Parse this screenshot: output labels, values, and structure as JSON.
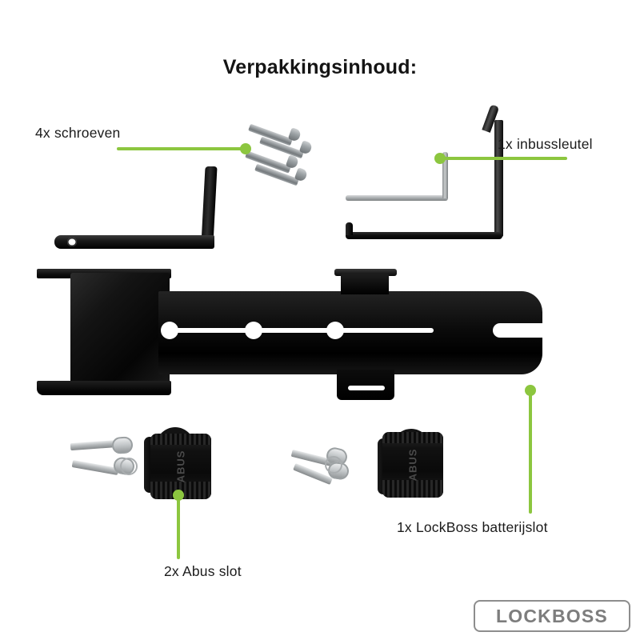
{
  "page": {
    "title": "Verpakkingsinhoud:",
    "background_color": "#ffffff",
    "accent_color": "#8cc63f",
    "text_color": "#1b1b1b"
  },
  "callouts": [
    {
      "id": "screws",
      "label": "4x schroeven",
      "leader": "horizontal-right",
      "dot_color": "#8cc63f"
    },
    {
      "id": "allen-key",
      "label": "1x inbussleutel",
      "leader": "horizontal-right",
      "dot_color": "#8cc63f"
    },
    {
      "id": "abus-lock",
      "label": "2x Abus slot",
      "leader": "vertical-down",
      "dot_color": "#8cc63f"
    },
    {
      "id": "lockboss-battery-lock",
      "label": "1x LockBoss batterijslot",
      "leader": "vertical-down",
      "dot_color": "#8cc63f"
    }
  ],
  "parts": {
    "screws": {
      "count": 4,
      "name": "screws",
      "color": "#9ba0a3"
    },
    "allen_key_small": {
      "count": 1,
      "name": "allen-key",
      "color": "#a8acae"
    },
    "allen_key_large": {
      "count": 1,
      "name": "allen-key-large",
      "color": "#0b0b0b"
    },
    "l_bracket": {
      "count": 1,
      "name": "l-bracket",
      "color": "#111111"
    },
    "main_bracket": {
      "count": 1,
      "name": "battery-lock-bracket",
      "color": "#0b0b0b"
    },
    "padlocks": [
      {
        "brand": "ABUS",
        "name": "padlock-left",
        "keys": 2
      },
      {
        "brand": "ABUS",
        "name": "padlock-right",
        "keys": 2
      }
    ]
  },
  "brand": {
    "logo_text": "LOCKBOSS",
    "logo_color": "#7d7d7d"
  }
}
